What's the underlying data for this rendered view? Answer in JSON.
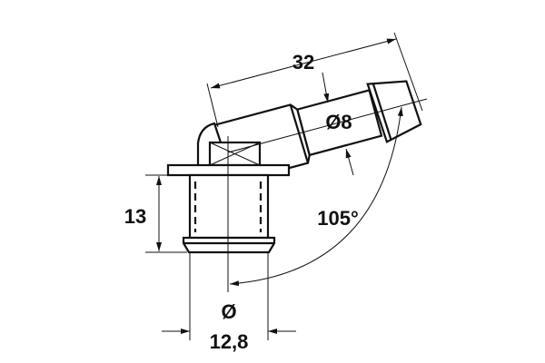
{
  "drawing": {
    "dimensions": {
      "length": "32",
      "hose_diameter": "Ø8",
      "angle": "105°",
      "height": "13",
      "thread_diameter_symbol": "Ø",
      "thread_diameter": "12,8"
    },
    "colors": {
      "line": "#111111",
      "background": "#ffffff"
    }
  }
}
